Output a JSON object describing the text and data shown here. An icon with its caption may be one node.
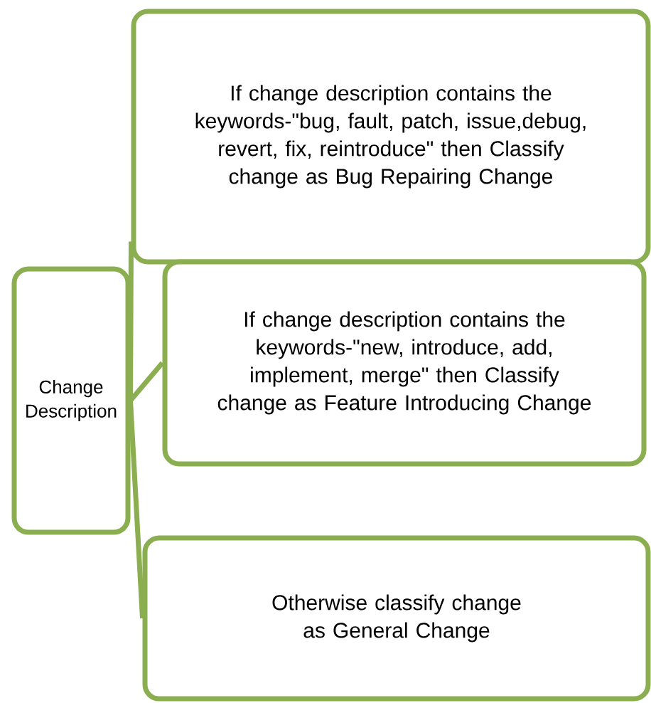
{
  "diagram": {
    "nodes": [
      {
        "text": [
          "Change Description"
        ]
      },
      {
        "text": [
          "If change description contains the keywords-\"bug, fault, patch, issue,debug, revert, fix, reintroduce\" then Classify change as Bug Repairing Change"
        ]
      },
      {
        "text": [
          "If change description contains the keywords-\"new, introduce, add, implement, merge\" then Classify change as Feature Introducing Change"
        ]
      },
      {
        "text": [
          "Otherwise classify change as General Change"
        ]
      }
    ],
    "edges": [
      {
        "from": 0,
        "to": 1,
        "arrow": "none"
      },
      {
        "from": 0,
        "to": 2,
        "arrow": "none"
      },
      {
        "from": 0,
        "to": 3,
        "arrow": "none"
      }
    ]
  }
}
